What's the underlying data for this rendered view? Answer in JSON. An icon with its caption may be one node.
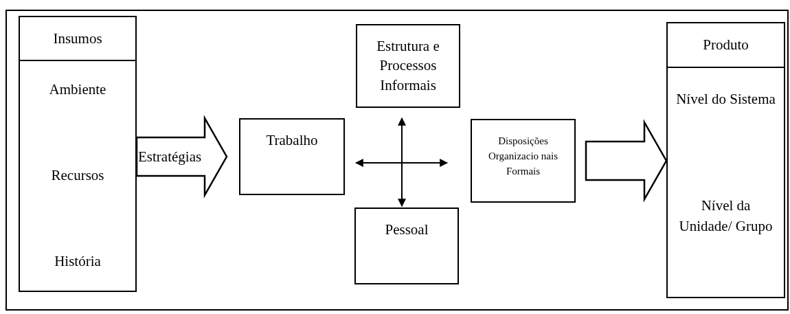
{
  "diagram": {
    "nodes": [
      {
        "text": [
          "Insumos",
          "Ambiente",
          "Recursos",
          "História"
        ]
      },
      {
        "text": [
          "Trabalho"
        ]
      },
      {
        "text": [
          "Estrutura e Processos Informais"
        ]
      },
      {
        "text": [
          "Disposições Organizacio nais Formais"
        ]
      },
      {
        "text": [
          "Pessoal"
        ]
      },
      {
        "text": [
          "Produto",
          "Nível do Sistema",
          "Nível da Unidade/ Grupo"
        ]
      }
    ],
    "edges": [
      {
        "from": 0,
        "to": 1,
        "arrow": "to",
        "label": "Estratégias",
        "style": "thick"
      },
      {
        "from": 2,
        "to": 4,
        "arrow": "both"
      },
      {
        "from": 1,
        "to": 3,
        "arrow": "both"
      },
      {
        "from": 3,
        "to": 5,
        "arrow": "to",
        "style": "thick"
      }
    ]
  }
}
